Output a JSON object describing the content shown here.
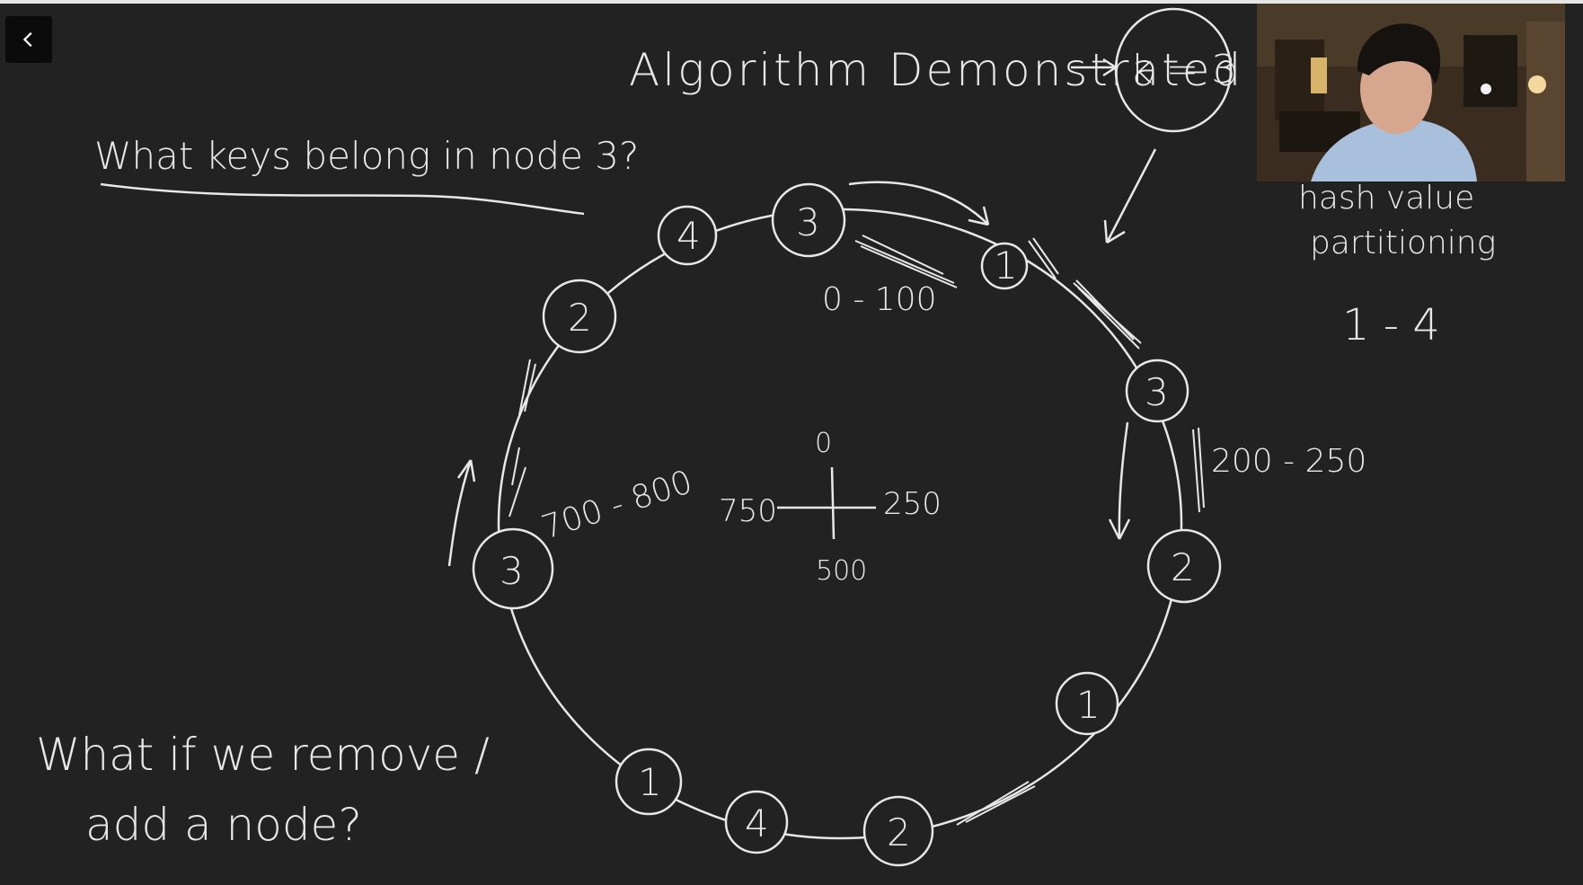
{
  "ui": {
    "back_icon": "chevron-left-icon",
    "webcam_label": "presenter webcam"
  },
  "whiteboard": {
    "title": "Algorithm Demonstrated",
    "k_label": "k = 3",
    "question_keys": "What keys belong in node 3?",
    "question_remove_line1": "What if we remove /",
    "question_remove_line2": "add a node?",
    "side_note_line1": "hash value",
    "side_note_line2": "partitioning",
    "side_range": "1 - 4",
    "range_top": "0 - 100",
    "range_right": "200 - 250",
    "range_left": "700 - 800",
    "compass": {
      "top": "0",
      "right": "250",
      "bottom": "500",
      "left": "750"
    },
    "ring_nodes": [
      "3",
      "1",
      "3",
      "2",
      "1",
      "2",
      "4",
      "1",
      "3",
      "2",
      "4"
    ]
  },
  "colors": {
    "background": "#232222",
    "ink": "#e8e8e8",
    "button": "#0b0b0b"
  }
}
